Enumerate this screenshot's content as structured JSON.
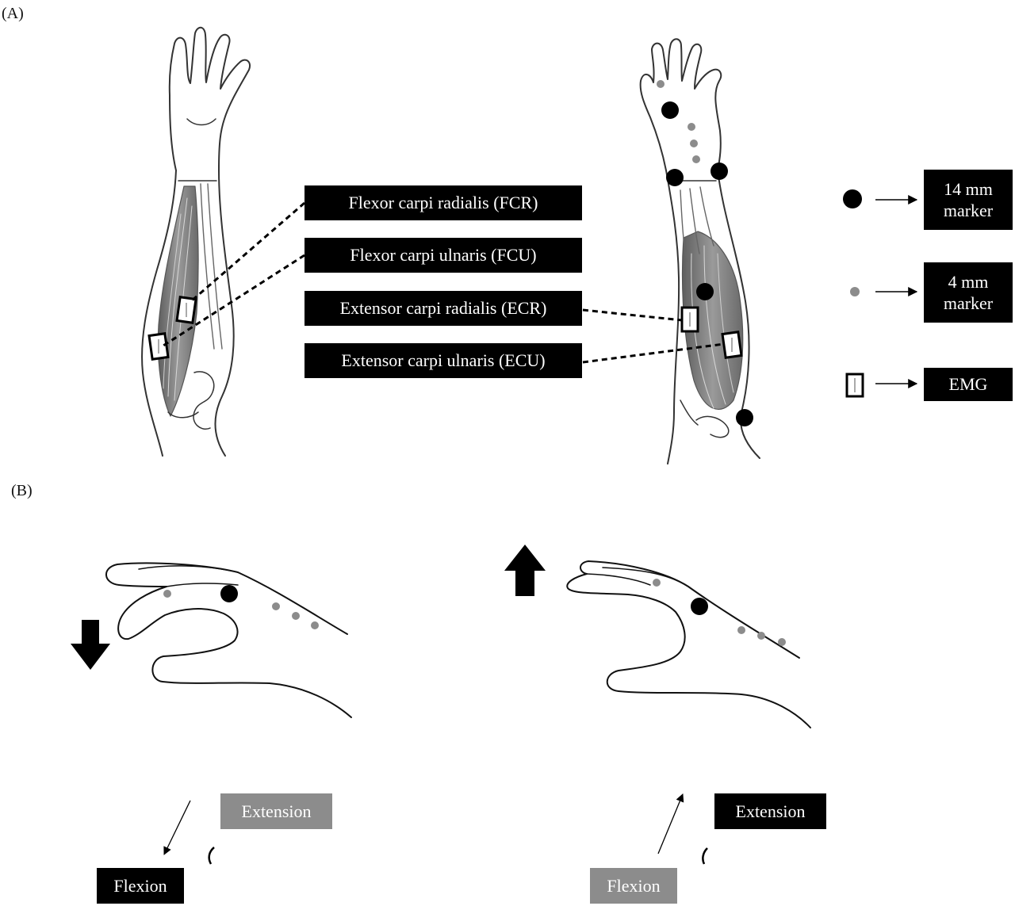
{
  "panels": {
    "a": "(A)",
    "b": "(B)"
  },
  "muscles": {
    "fcr": "Flexor carpi radialis (FCR)",
    "fcu": "Flexor carpi ulnaris (FCU)",
    "ecr": "Extensor carpi radialis (ECR)",
    "ecu": "Extensor carpi ulnaris (ECU)"
  },
  "legend": {
    "large_marker_line1": "14 mm",
    "large_marker_line2": "marker",
    "small_marker_line1": "4 mm",
    "small_marker_line2": "marker",
    "emg": "EMG"
  },
  "motions": {
    "left_extension": "Extension",
    "left_flexion": "Flexion",
    "right_extension": "Extension",
    "right_flexion": "Flexion"
  },
  "colors": {
    "label_box": "#000000",
    "label_box_muted": "#8c8c8c",
    "small_marker": "#8c8c8c",
    "large_marker": "#000000",
    "muscle": "#7a7a7a",
    "outline": "#333333"
  }
}
